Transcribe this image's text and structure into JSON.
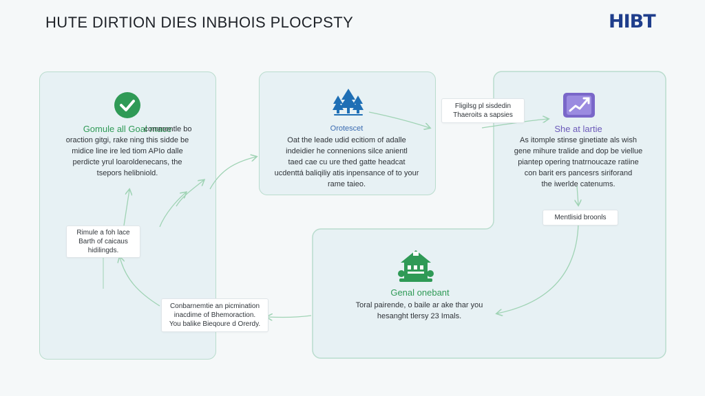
{
  "header": {
    "title": "HUTE DIRTION DIES INBHOIS PLOCPSTY",
    "logo": "HIBT"
  },
  "panels": {
    "left": {
      "heading": "Gomule all Goal mace",
      "body": "commentle bo\noraction gitgi, rake ning this sidde be\nmidice line ire led tiom APIo dalle\nperdicte yrul loaroldenecans, the\ntsepors helibniold.",
      "icon": "check-circle-icon"
    },
    "middle": {
      "heading": "Orotescet",
      "body": "Oat the leade udid ecitiom of adalle\nindeidier he connenions silce anientl\ntaed cae cu ure thed gatte headcat\nucdenttá baliqiliy atis inpensance of to your\nrame taieo.",
      "icon": "pine-trees-icon"
    },
    "right": {
      "heading": "She at lartie",
      "body": "As itomple stinse ginetiate als wish\ngene mihure tralide and dop be viellue\npiantep opering tnatrnoucaze ratiine\ncon barit ers pancesrs siriforand\nthe iwerlde catenums.",
      "icon": "chart-trend-icon"
    },
    "bottom": {
      "heading": "Genal onebant",
      "body": "Toral pairende, o baile ar ake thar you\nhesanght tlersy 23 Imals.",
      "icon": "house-icon"
    }
  },
  "notes": {
    "left": "Rimule a foh lace\nBarth of caicaus\nhidilingds.",
    "top": "Fligilsg pl sisdedin\nThaeroits a sapsies",
    "right": "Mentlisid broonls",
    "bottom": "Conbarnemtie an picmination\ninacdime of Bhemoraction.\nYou balike Bieqoure d Orerdy."
  },
  "colors": {
    "panel_border": "#b9dccd",
    "panel_fill": "#e1eef2",
    "connector": "#9fd3b4",
    "green_accent": "#2f9a56",
    "blue_accent": "#1f6fb5",
    "purple_accent": "#6a58b8",
    "logo": "#1f3e8c"
  }
}
